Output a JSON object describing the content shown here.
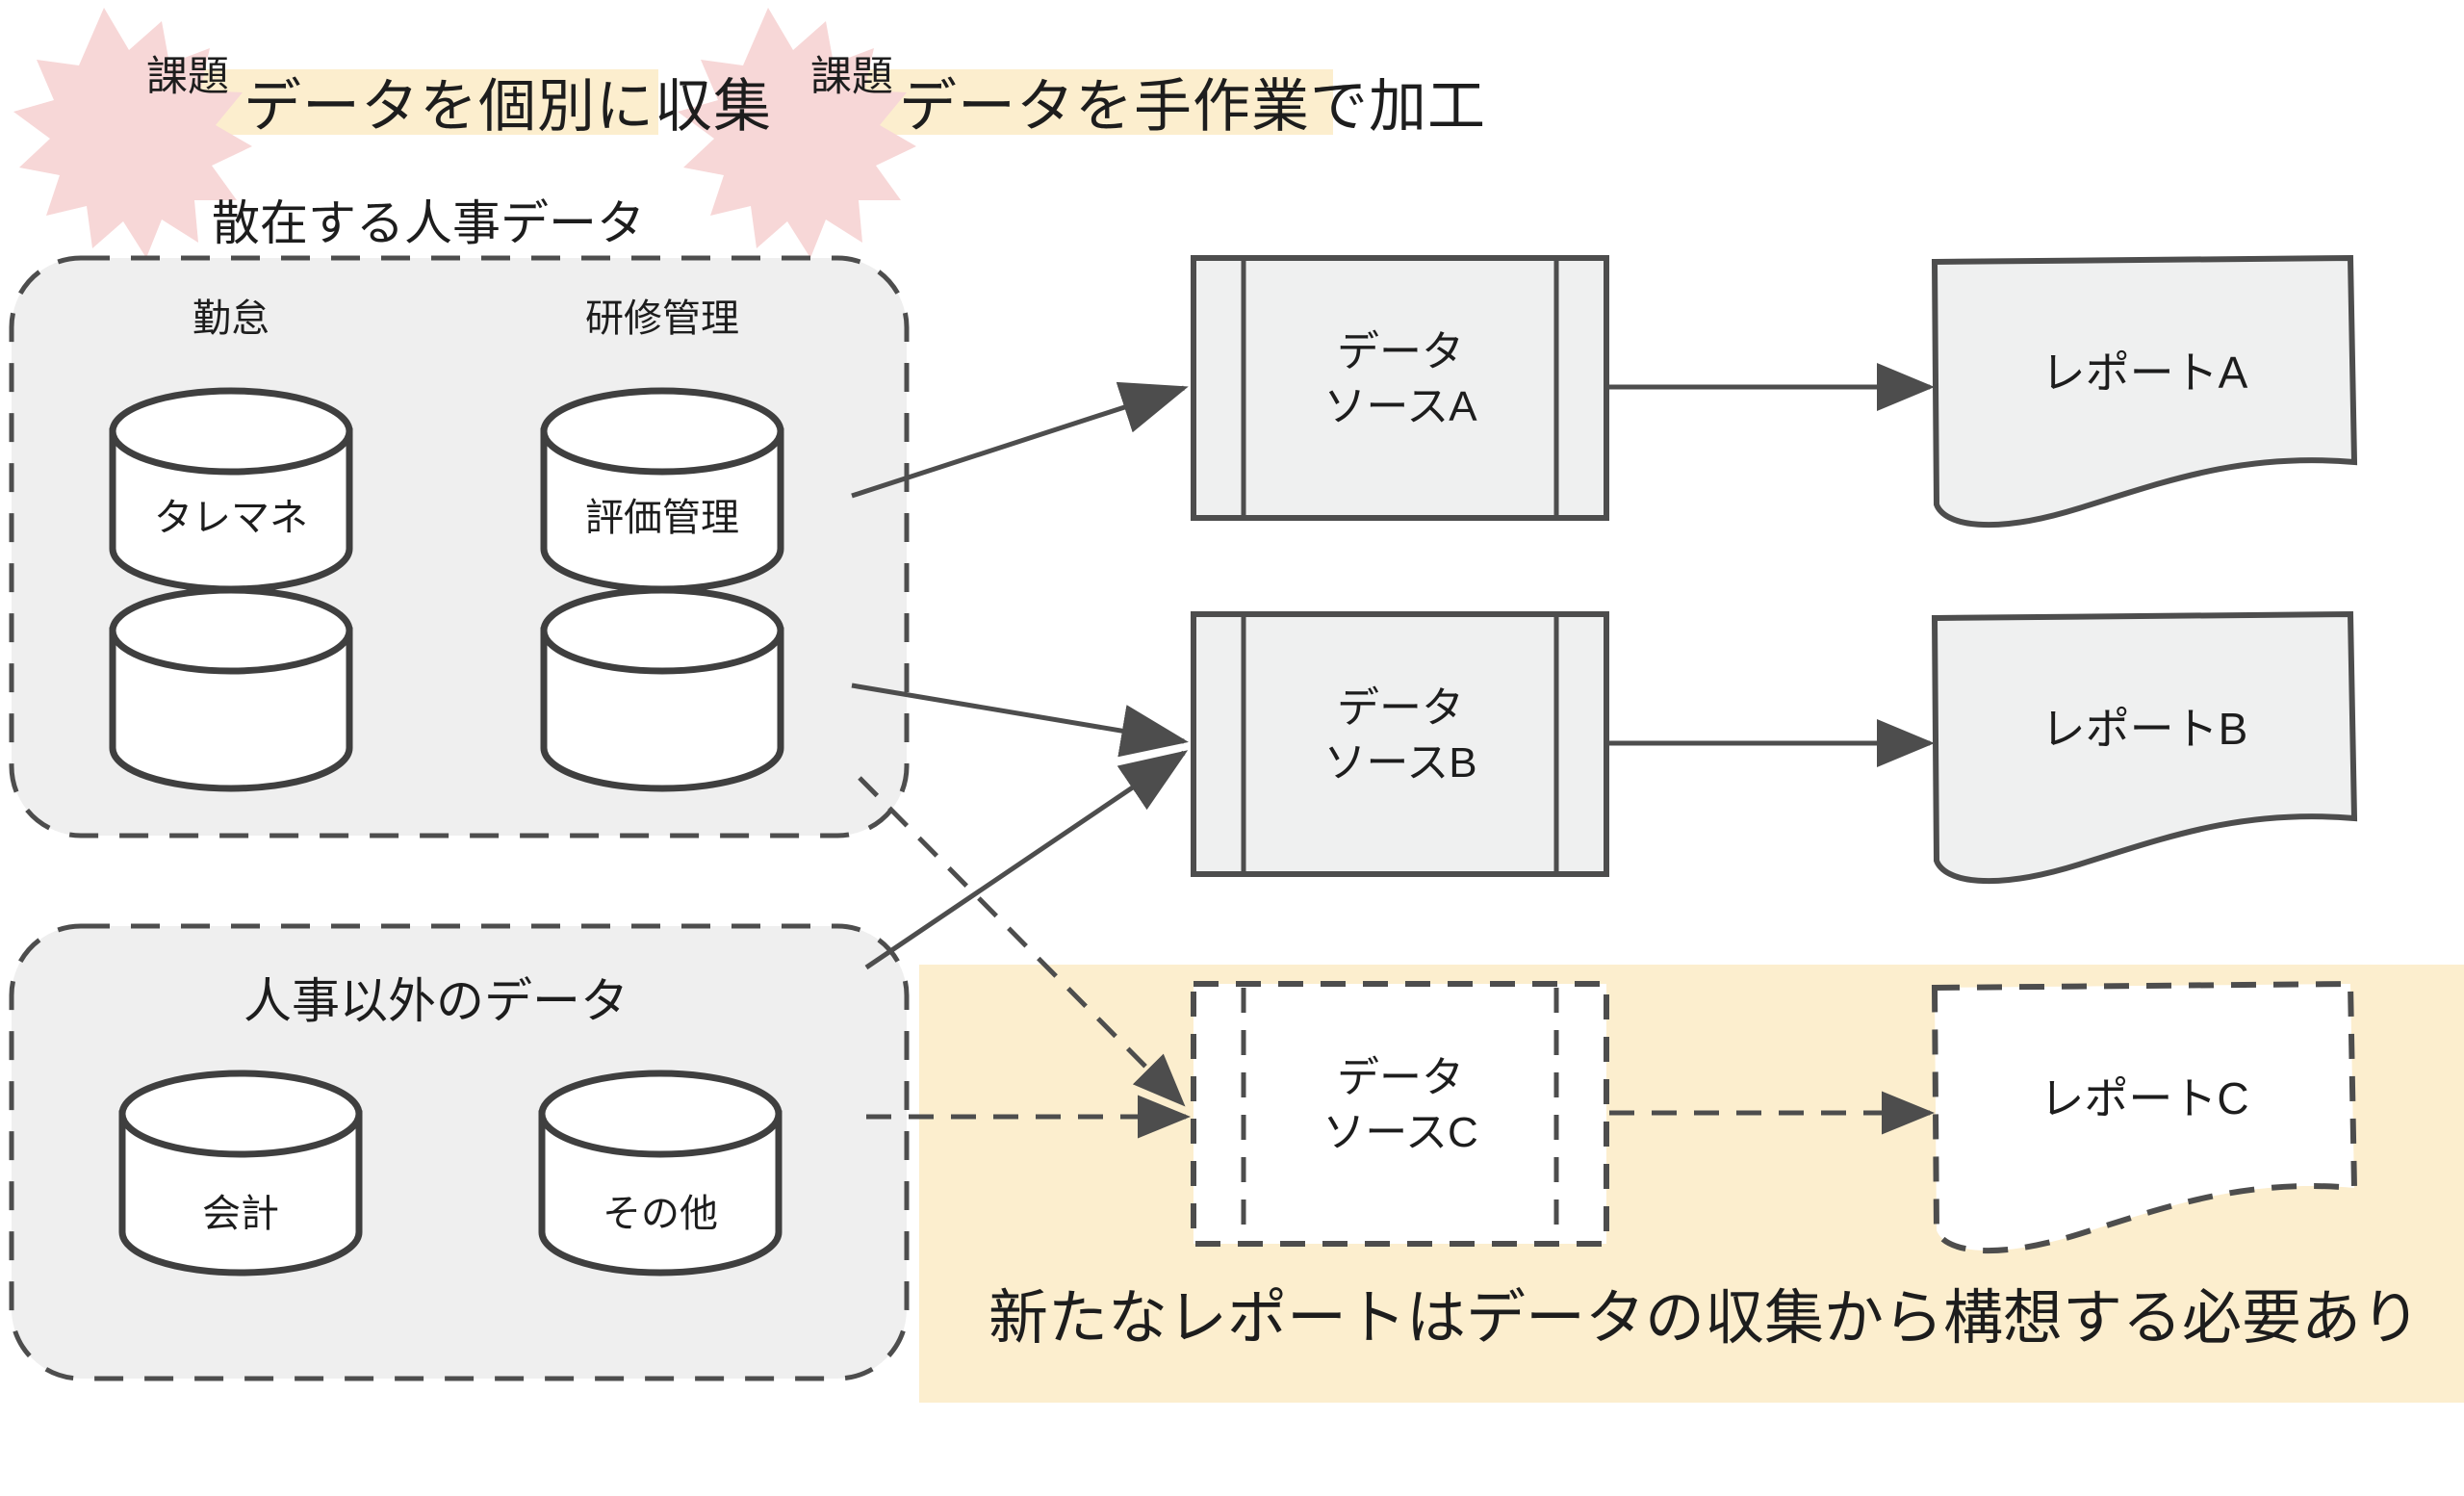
{
  "diagram": {
    "title_hidden": "",
    "colors": {
      "burst_fill": "#f7d7d7",
      "banner_fill": "#fceece",
      "group_fill": "#efefef",
      "node_fill": "#eff0f0",
      "stroke": "#4d4d4d",
      "text": "#1d1d1d",
      "white": "#ffffff"
    }
  },
  "bursts": [
    {
      "label": "課題"
    },
    {
      "label": "課題"
    }
  ],
  "banners": [
    {
      "label": "データを個別に収集"
    },
    {
      "label": "データを手作業で加工"
    }
  ],
  "groups": [
    {
      "title": "散在する人事データ",
      "databases": [
        {
          "label": "勤怠"
        },
        {
          "label": "研修管理"
        },
        {
          "label": "タレマネ"
        },
        {
          "label": "評価管理"
        }
      ]
    },
    {
      "title": "人事以外のデータ",
      "databases": [
        {
          "label": "会計"
        },
        {
          "label": "その他"
        }
      ]
    }
  ],
  "data_sources": [
    {
      "line1": "データ",
      "line2": "ソースA",
      "style": "solid"
    },
    {
      "line1": "データ",
      "line2": "ソースB",
      "style": "solid"
    },
    {
      "line1": "データ",
      "line2": "ソースC",
      "style": "dashed"
    }
  ],
  "reports": [
    {
      "label": "レポートA",
      "style": "solid"
    },
    {
      "label": "レポートB",
      "style": "solid"
    },
    {
      "label": "レポートC",
      "style": "dashed"
    }
  ],
  "caption": "新たなレポートはデータの収集から構想する必要あり"
}
